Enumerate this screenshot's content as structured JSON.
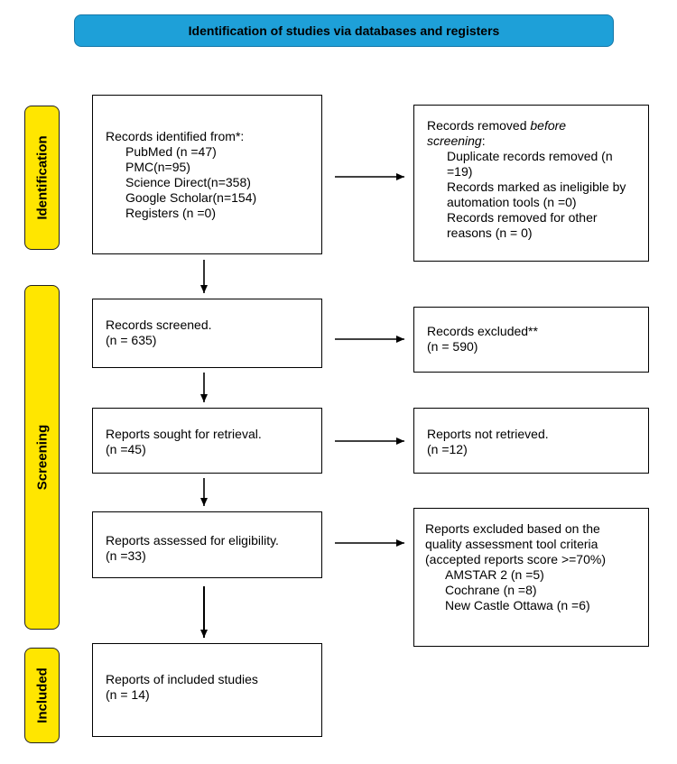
{
  "header": {
    "title": "Identification of studies via databases and registers"
  },
  "stages": {
    "identification": "Identification",
    "screening": "Screening",
    "included": "Included"
  },
  "identified": {
    "lines": [
      "Records identified from*:",
      "PubMed (n =47)",
      "PMC(n=95)",
      "Science Direct(n=358)",
      "Google Scholar(n=154)",
      "Registers (n =0)"
    ]
  },
  "removed": {
    "title_prefix": "Records removed ",
    "title_em": "before",
    "title_em2": "screening",
    "title_suffix": ":",
    "items": [
      "Duplicate records removed (n =19)",
      "Records marked as ineligible by automation tools (n =0)",
      "Records removed for other reasons (n = 0)"
    ]
  },
  "screened": {
    "label": "Records screened.",
    "count": "(n = 635)"
  },
  "excluded": {
    "label": "Records excluded**",
    "count": "(n = 590)"
  },
  "sought": {
    "label": "Reports sought for retrieval.",
    "count": "(n =45)"
  },
  "not_retrieved": {
    "label": "Reports not retrieved.",
    "count": "(n =12)"
  },
  "assessed": {
    "label": "Reports assessed for eligibility.",
    "count": "(n =33)"
  },
  "quality_excluded": {
    "lines": [
      "Reports excluded based on the",
      "quality assessment tool criteria",
      "(accepted reports score >=70%)"
    ],
    "items": [
      "AMSTAR 2 (n =5)",
      "Cochrane (n =8)",
      "New Castle Ottawa (n =6)"
    ]
  },
  "included_box": {
    "label": "Reports of included studies",
    "count": "(n = 14)"
  }
}
